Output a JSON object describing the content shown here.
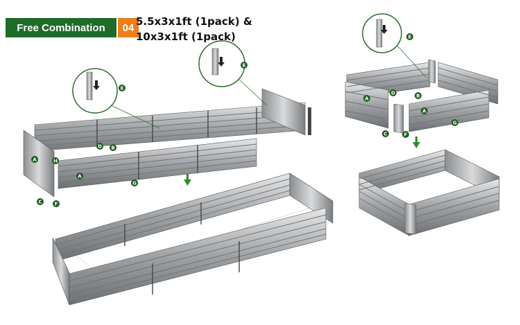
{
  "header": {
    "badge_label": "Free Combination",
    "badge_number": "04",
    "title_line1": "5.5x3x1ft (1pack) &",
    "title_line2": "10x3x1ft (1pack)"
  },
  "colors": {
    "badge_green": "#1f6b2a",
    "badge_orange": "#ee7d1a",
    "arrow_green": "#2f8a2a",
    "panel_silver": "#b4b6b8"
  },
  "callouts": {
    "left_assembly": [
      "A",
      "A",
      "H",
      "C",
      "F",
      "D",
      "B",
      "G"
    ],
    "left_detail_1": "E",
    "left_detail_2": "E",
    "right_assembly": [
      "A",
      "A",
      "D",
      "B",
      "C",
      "F",
      "G"
    ],
    "right_detail": "E"
  }
}
